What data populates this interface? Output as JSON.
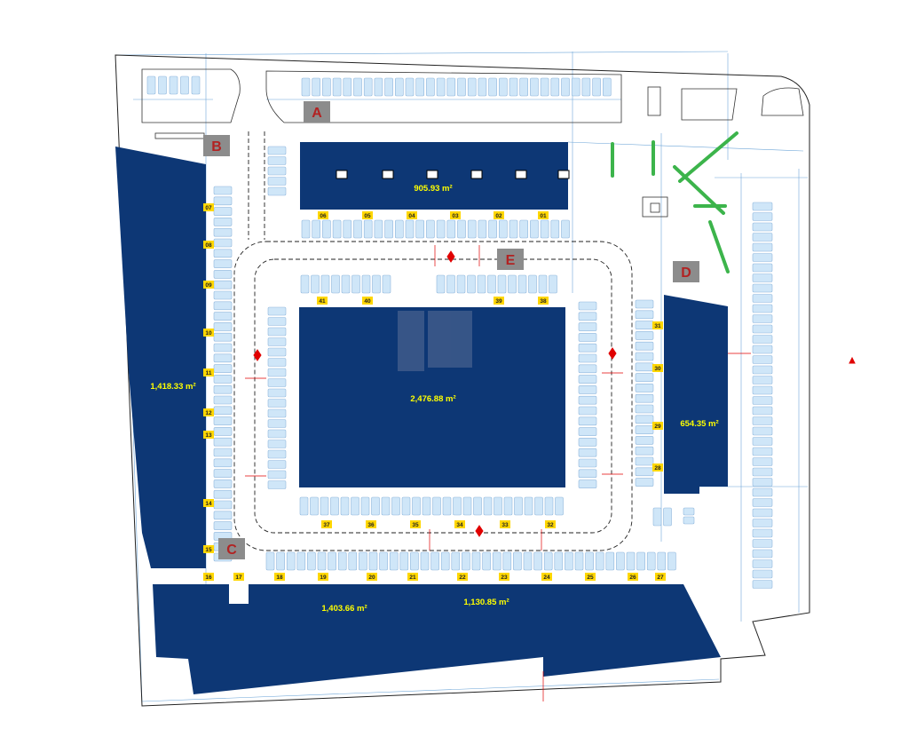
{
  "colors": {
    "building": "#0d3775",
    "parking_stall": "#cfe6f8",
    "parking_stroke": "#8fb6dc",
    "dimension_line": "#6ea6d8",
    "zone_label_bg": "#8c8c8c",
    "zone_label_text": "#b22222",
    "area_text": "#ffff00",
    "bay_label_bg": "#ffd700",
    "marker": "#e00000",
    "tree": "#3cb44b"
  },
  "buildings": [
    {
      "id": "top-center",
      "area": "905.93 m²"
    },
    {
      "id": "center-main",
      "area": "2,476.88 m²"
    },
    {
      "id": "left-long",
      "area": "1,418.33 m²"
    },
    {
      "id": "right-east",
      "area": "654.35 m²"
    },
    {
      "id": "bottom-left",
      "area": "1,403.66 m²"
    },
    {
      "id": "bottom-right",
      "area": "1,130.85 m²"
    }
  ],
  "zones": [
    "A",
    "B",
    "C",
    "D",
    "E"
  ],
  "bay_numbers": {
    "top_row": [
      "06",
      "05",
      "04",
      "03",
      "02",
      "01"
    ],
    "left_column": [
      "07",
      "08",
      "09",
      "10",
      "11",
      "12",
      "13",
      "14",
      "15",
      "16"
    ],
    "bottom_row": [
      "17",
      "18",
      "19",
      "20",
      "21",
      "22",
      "23",
      "24",
      "25",
      "26",
      "27"
    ],
    "inner_top": [
      "41",
      "40",
      "39",
      "38"
    ],
    "inner_right": [
      "31",
      "30",
      "29",
      "28"
    ],
    "inner_bottom": [
      "37",
      "36",
      "35",
      "34",
      "33",
      "32"
    ]
  }
}
